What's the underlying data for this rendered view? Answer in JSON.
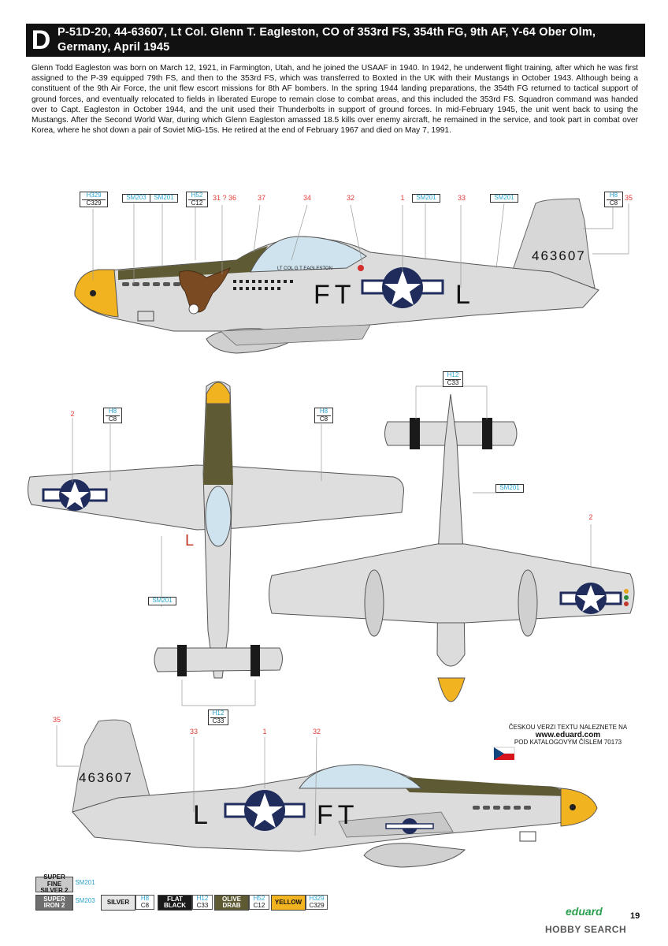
{
  "header": {
    "letter": "D",
    "title": "P-51D-20, 44-63607, Lt Col. Glenn T. Eagleston, CO of 353rd FS, 354th FG, 9th AF, Y-64 Ober Olm, Germany, April 1945"
  },
  "bio": "Glenn Todd Eagleston was born on March 12, 1921, in Farmington, Utah, and he joined the USAAF in 1940. In 1942, he underwent flight training, after which he was first assigned to the P-39 equipped 79th FS, and then to the 353rd FS, which was transferred to Boxted in the UK with their Mustangs in October 1943. Although being a constituent of the 9th Air Force, the unit flew escort missions for 8th AF bombers. In the spring 1944 landing preparations, the 354th FG returned to tactical support of ground forces, and eventually relocated to fields in liberated Europe to remain close to combat areas, and this included the 353rd FS. Squadron command was handed over to Capt. Eagleston in October 1944, and the unit used their Thunderbolts in support of ground forces. In mid-February 1945, the unit went back to using the Mustangs. After the Second World War, during which Glenn Eagleston amassed 18.5 kills over enemy aircraft, he remained in the service, and took part in combat over Korea, where he shot down a pair of Soviet MiG-15s. He retired at the end of February 1967 and died on May 7, 1991.",
  "side_top": {
    "serial": "463607",
    "code_left": "FT",
    "code_right": "L",
    "name": "LT COL G T EAGLESTON",
    "callouts": {
      "h329": "H329",
      "c329": "C329",
      "sm203": "SM203",
      "sm201a": "SM201",
      "h52": "H52",
      "c12": "C12",
      "n31": "31 ? 36",
      "n37": "37",
      "n34": "34",
      "n32": "32",
      "n1": "1",
      "sm201b": "SM201",
      "n33": "33",
      "sm201c": "SM201",
      "h8": "H8",
      "c8": "C8",
      "n35": "35"
    }
  },
  "plan": {
    "upper": {
      "n2": "2",
      "h8a": "H8",
      "c8a": "C8",
      "h8b": "H8",
      "c8b": "C8",
      "sm201": "SM201",
      "h12": "H12",
      "c33": "C33",
      "code": "L"
    },
    "lower": {
      "h12": "H12",
      "c33": "C33",
      "sm201": "SM201",
      "n2": "2"
    }
  },
  "side_bottom": {
    "serial": "463607",
    "code_left": "L",
    "code_right": "FT",
    "callouts": {
      "n35": "35",
      "n33": "33",
      "n1": "1",
      "n32": "32"
    }
  },
  "czech": {
    "line1": "ČESKOU VERZI TEXTU NALEZNETE NA",
    "url": "www.eduard.com",
    "line2": "POD KATALOGOVÝM ČÍSLEM 70173"
  },
  "legend": [
    {
      "name": "SUPER FINE SILVER 2",
      "h": "",
      "c": "SM201",
      "bg": "#c9c9c9",
      "fg": "#111"
    },
    {
      "name": "SUPER IRON 2",
      "h": "",
      "c": "SM203",
      "bg": "#6e6e6e",
      "fg": "#fff"
    },
    {
      "name": "SILVER",
      "h": "H8",
      "c": "C8",
      "bg": "#e6e6e6",
      "fg": "#111"
    },
    {
      "name": "FLAT BLACK",
      "h": "H12",
      "c": "C33",
      "bg": "#1a1a1a",
      "fg": "#fff"
    },
    {
      "name": "OLIVE DRAB",
      "h": "H52",
      "c": "C12",
      "bg": "#5e5a34",
      "fg": "#fff"
    },
    {
      "name": "YELLOW",
      "h": "H329",
      "c": "C329",
      "bg": "#f2b321",
      "fg": "#111"
    }
  ],
  "footer": {
    "brand": "eduard",
    "page": "19",
    "watermark": "HOBBY SEARCH"
  },
  "colors": {
    "olive": "#5e5a34",
    "silver": "#dcdcdc",
    "yellow": "#f2b321",
    "insignia": "#1f2c5c",
    "red": "#d32f2f"
  }
}
